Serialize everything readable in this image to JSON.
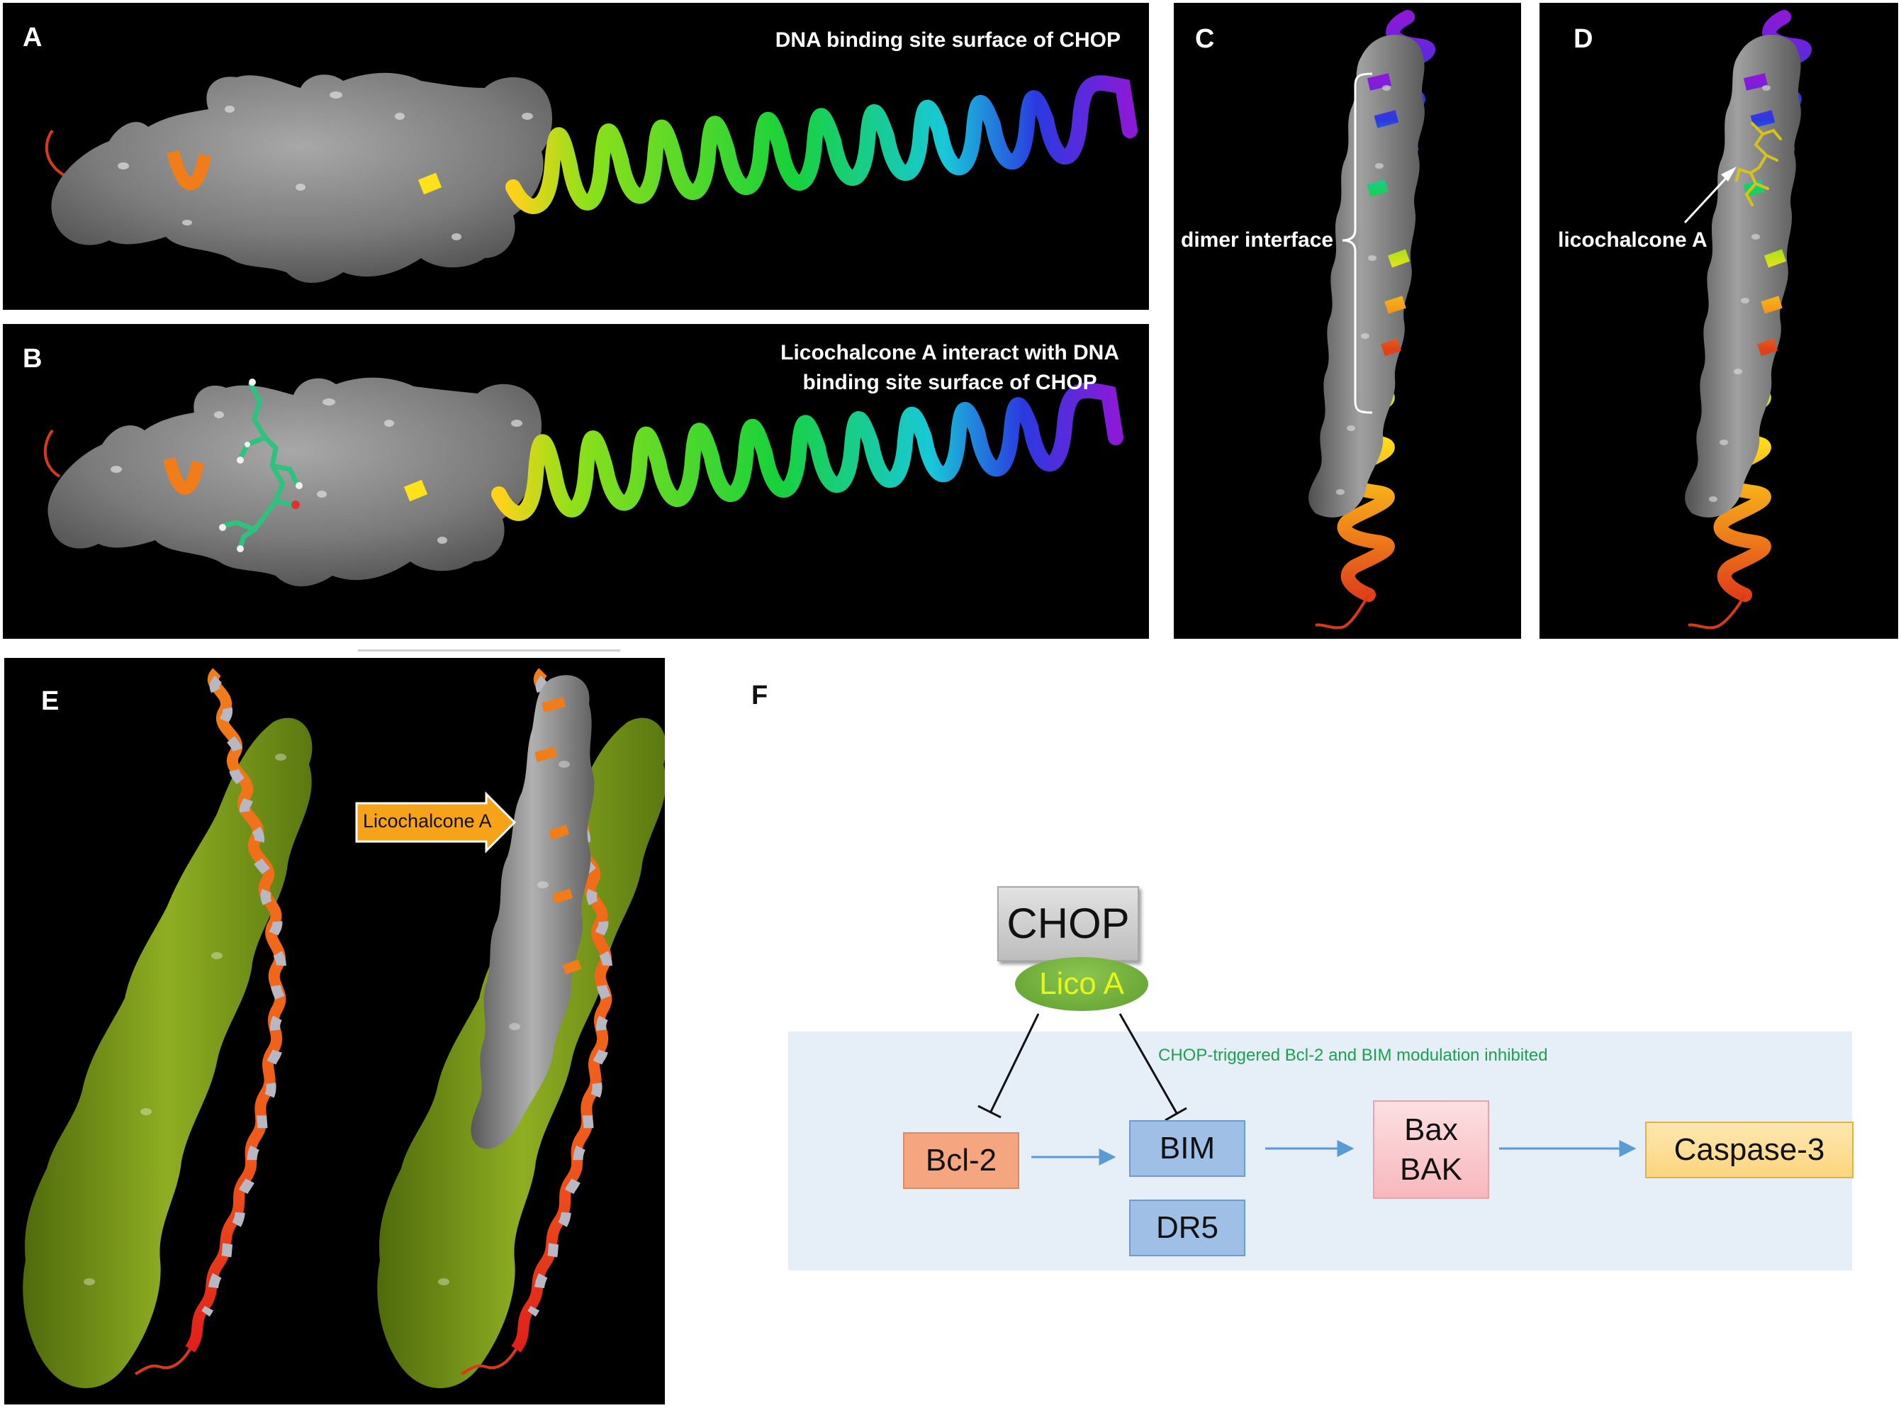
{
  "panels": {
    "a": {
      "label": "A",
      "title": "DNA binding site surface of CHOP"
    },
    "b": {
      "label": "B",
      "title_line1": "Licochalcone A interact with DNA",
      "title_line2": "binding site surface of CHOP"
    },
    "c": {
      "label": "C",
      "annotation": "dimer interface"
    },
    "d": {
      "label": "D",
      "annotation": "licochalcone A"
    },
    "e": {
      "label": "E",
      "arrow_text": "Licochalcone A"
    },
    "f": {
      "label": "F",
      "chop": "CHOP",
      "lico": "Lico A",
      "inhibition_note": "CHOP-triggered Bcl-2 and BIM modulation inhibited",
      "bcl2": "Bcl-2",
      "bim": "BIM",
      "dr5": "DR5",
      "bax": "Bax",
      "bak": "BAK",
      "caspase": "Caspase-3"
    }
  },
  "colors": {
    "panel_bg": "#000000",
    "surface_gray": "#7c7c7c",
    "surface_green": "#7f9c1a",
    "ligand_green": "#2fc27e",
    "helix_orange": "#f07d1a",
    "highlight_bg": "#e6eef8",
    "arrow_blue": "#5b9bd5",
    "note_green": "#1aa24e",
    "lico_yellow": "#e8f51a",
    "lico_green": "#72b33e",
    "bcl2_fill": "#f5a680",
    "bim_fill": "#9fbfe6",
    "bax_fill": "#f9c8cc",
    "caspase_fill": "#fcd67f"
  }
}
